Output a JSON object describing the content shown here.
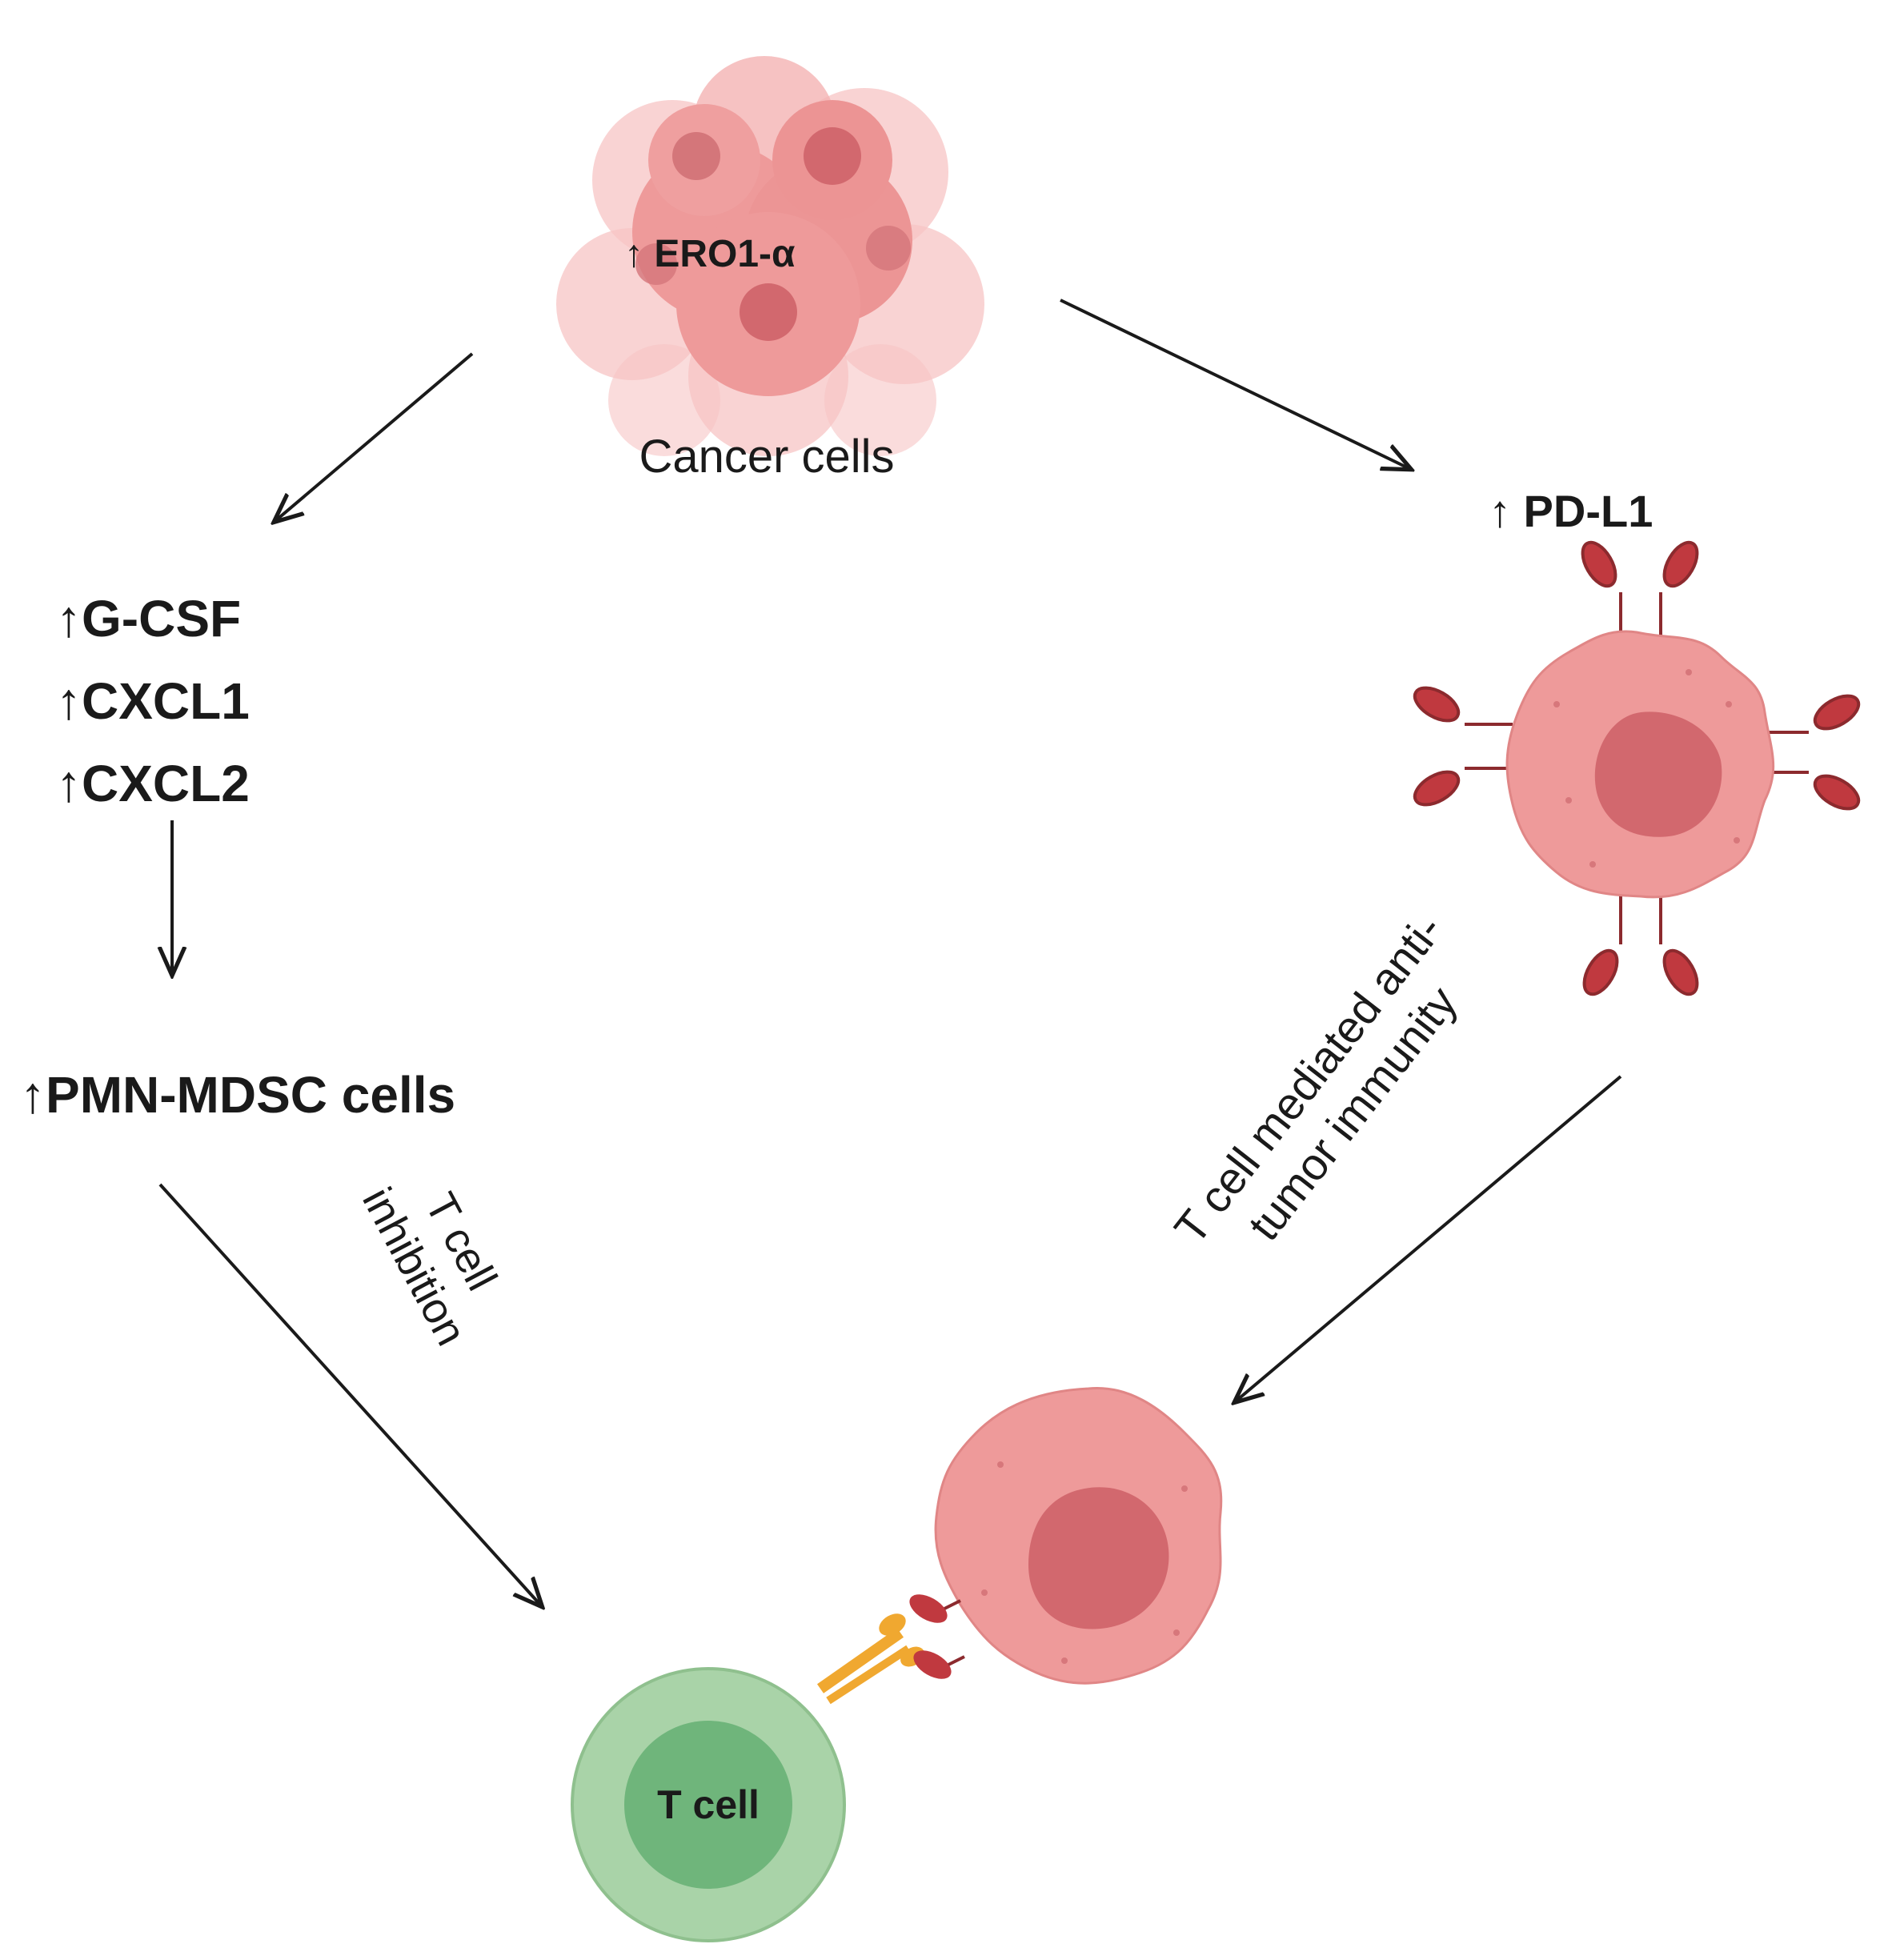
{
  "cancer_cluster": {
    "marker": "↑ ERO1-α",
    "caption": "Cancer cells"
  },
  "left_branch": {
    "cytokines": [
      "↑G-CSF",
      "↑CXCL1",
      "↑CXCL2"
    ],
    "mdsc": "↑PMN-MDSC cells"
  },
  "right_branch": {
    "marker": "↑ PD-L1"
  },
  "edges": {
    "t_cell_inhibition": [
      "T cell",
      "inhibition"
    ],
    "t_cell_immunity": [
      "T cell mediated anti-",
      "tumor immunity"
    ]
  },
  "t_cell": {
    "label": "T cell"
  },
  "colors": {
    "cancer_fill": "#ee9a9a",
    "cancer_nucleus": "#d2686e",
    "pdl1_receptor": "#c0393f",
    "t_cell_outer": "#a9d3a8",
    "t_cell_inner": "#6fb57b",
    "bridge": "#f0a830",
    "arrow": "#1a1a1a"
  }
}
